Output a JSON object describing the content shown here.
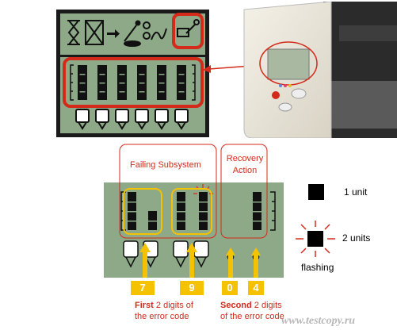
{
  "top_panel": {
    "icons": [
      "hourglass-icon",
      "no-paper-icon",
      "arrow-icon",
      "pen-icon",
      "cartridge-icon",
      "wrench-icon"
    ],
    "bar_levels": [
      1,
      1,
      1,
      1,
      1,
      1
    ]
  },
  "lower_panel": {
    "group_labels": {
      "failing": "Failing Subsystem",
      "recovery_line1": "Recovery",
      "recovery_line2": "Action"
    },
    "digits": [
      "7",
      "9",
      "0",
      "4"
    ]
  },
  "captions": {
    "first_bold": "First",
    "first_rest": " 2 digits of",
    "first_line2": "the error code",
    "second_bold": "Second",
    "second_rest": " 2 digits",
    "second_line2": "of the error code"
  },
  "legend": {
    "one_unit": "1 unit",
    "two_units": "2 units",
    "flashing": "flashing"
  },
  "watermark": "www.testcopy.ru",
  "colors": {
    "accent_red": "#d42a1a",
    "lcd_green": "#8da987",
    "highlight_yellow": "#f5c200"
  }
}
